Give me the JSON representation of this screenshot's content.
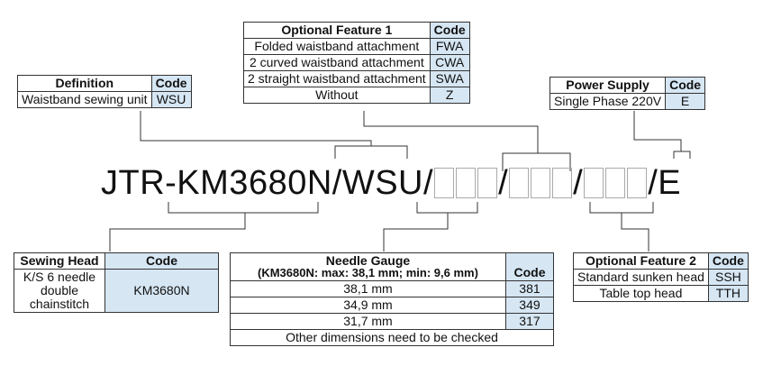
{
  "model": {
    "prefix": "JTR-KM3680N/WSU/",
    "sep1": "/",
    "sep2": "/",
    "suffix": "/E"
  },
  "definition": {
    "header": "Definition",
    "code_header": "Code",
    "rows": [
      {
        "label": "Waistband sewing unit",
        "code": "WSU"
      }
    ]
  },
  "optional1": {
    "header": "Optional Feature 1",
    "code_header": "Code",
    "rows": [
      {
        "label": "Folded waistband attachment",
        "code": "FWA"
      },
      {
        "label": "2 curved waistband attachment",
        "code": "CWA"
      },
      {
        "label": "2 straight waistband attachment",
        "code": "SWA"
      },
      {
        "label": "Without",
        "code": "Z"
      }
    ]
  },
  "power": {
    "header": "Power Supply",
    "code_header": "Code",
    "rows": [
      {
        "label": "Single Phase 220V",
        "code": "E"
      }
    ]
  },
  "sewing_head": {
    "header": "Sewing Head",
    "code_header": "Code",
    "rows": [
      {
        "label": "K/S 6 needle double chainstitch",
        "code": "KM3680N"
      }
    ]
  },
  "needle": {
    "header": "Needle Gauge",
    "subheader": "(KM3680N: max: 38,1 mm; min: 9,6 mm)",
    "code_header": "Code",
    "rows": [
      {
        "label": "38,1 mm",
        "code": "381"
      },
      {
        "label": "34,9 mm",
        "code": "349"
      },
      {
        "label": "31,7 mm",
        "code": "317"
      }
    ],
    "footer": "Other dimensions need to be checked"
  },
  "optional2": {
    "header": "Optional Feature 2",
    "code_header": "Code",
    "rows": [
      {
        "label": "Standard sunken head",
        "code": "SSH"
      },
      {
        "label": "Table top head",
        "code": "TTH"
      }
    ]
  }
}
